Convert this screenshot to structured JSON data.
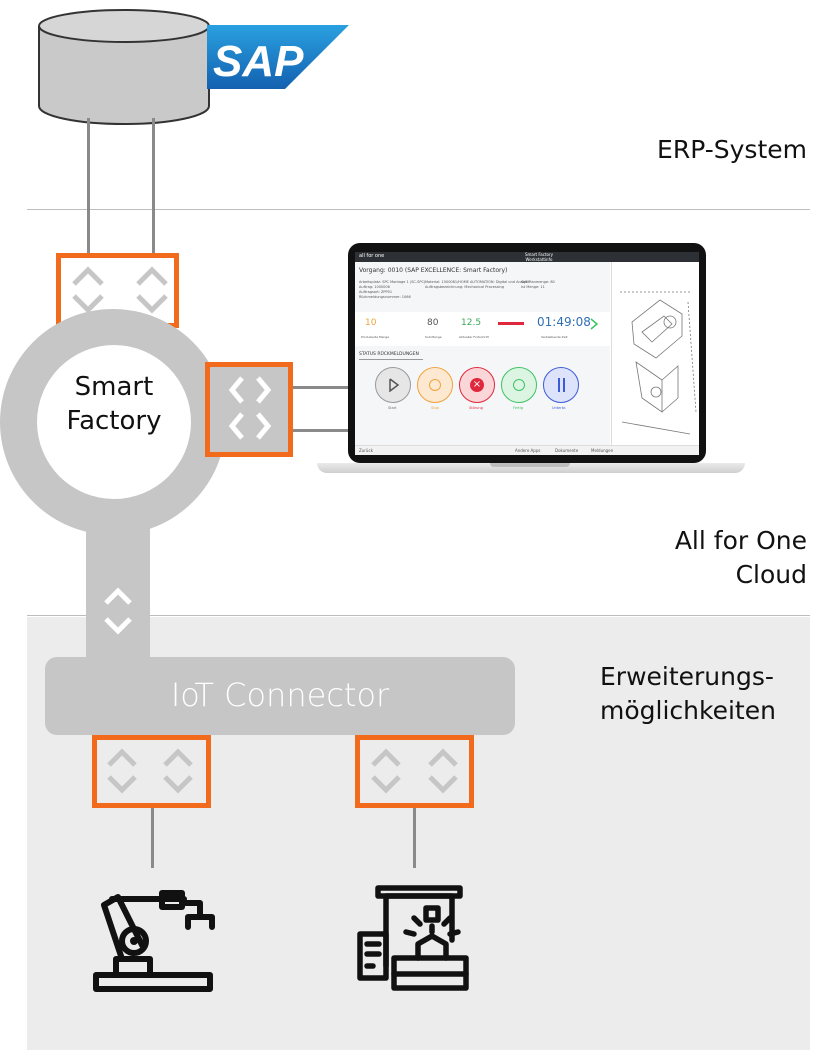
{
  "erp": {
    "brand_logo": "SAP",
    "label": "ERP-System"
  },
  "hub": {
    "line1": "Smart",
    "line2": "Factory"
  },
  "cloud": {
    "line1": "All for One",
    "line2": "Cloud"
  },
  "extensions": {
    "line1": "Erweiterungs-",
    "line2": "möglichkeiten"
  },
  "iot": {
    "label": "IoT Connector"
  },
  "screen": {
    "top_title": "Smart Factory",
    "top_sub": "Werkstattinfo",
    "heading": "Vorgang: 0010 (SAP EXCELLENCE: Smart Factory)",
    "details": [
      "Arbeitsplatz: SPC Montage 1 (SC-SPC)",
      "Auftrag: 1000006",
      "Auftragsart: ZPP01",
      "Rückmeldungsnummer: 1066",
      "Material: 1500081/HOME AUTOMATION: Digital und Analytik",
      "Auftragsbezeichnung: Mechanical Processing",
      "Soll Planmenge: 80",
      "Ist Menge: 11"
    ],
    "kpis": [
      {
        "value": "10",
        "label": "Produzierte Menge",
        "color": "#f0a33a"
      },
      {
        "value": "80",
        "label": "Soll-Menge",
        "color": "#555555"
      },
      {
        "value": "12.5",
        "label": "Aktueller Fortschritt",
        "color": "#3aa757"
      },
      {
        "value": "01:49:08",
        "label": "Verbleibende Zeit",
        "color": "#2f6fb5"
      }
    ],
    "section": "STATUS RÜCKMELDUNGEN",
    "buttons": [
      {
        "label": "Start",
        "color": "#6f6f6f"
      },
      {
        "label": "Stop",
        "color": "#f0a33a"
      },
      {
        "label": "Störung",
        "color": "#e0283c"
      },
      {
        "label": "Fertig",
        "color": "#3cc364"
      },
      {
        "label": "Unterbr.",
        "color": "#3d5bd9"
      }
    ],
    "footer_left": "Zurück",
    "footer_links": [
      "Andere Apps",
      "Dokumente",
      "Meldungen"
    ]
  },
  "colors": {
    "accent_orange": "#f26a1b",
    "sap_blue": "#1b7cc9",
    "connector_gray": "#c6c6c6",
    "wire_gray": "#8a8a8a"
  },
  "icons": [
    "database-icon",
    "sap-logo",
    "robot-arm-icon",
    "3d-printer-icon"
  ]
}
